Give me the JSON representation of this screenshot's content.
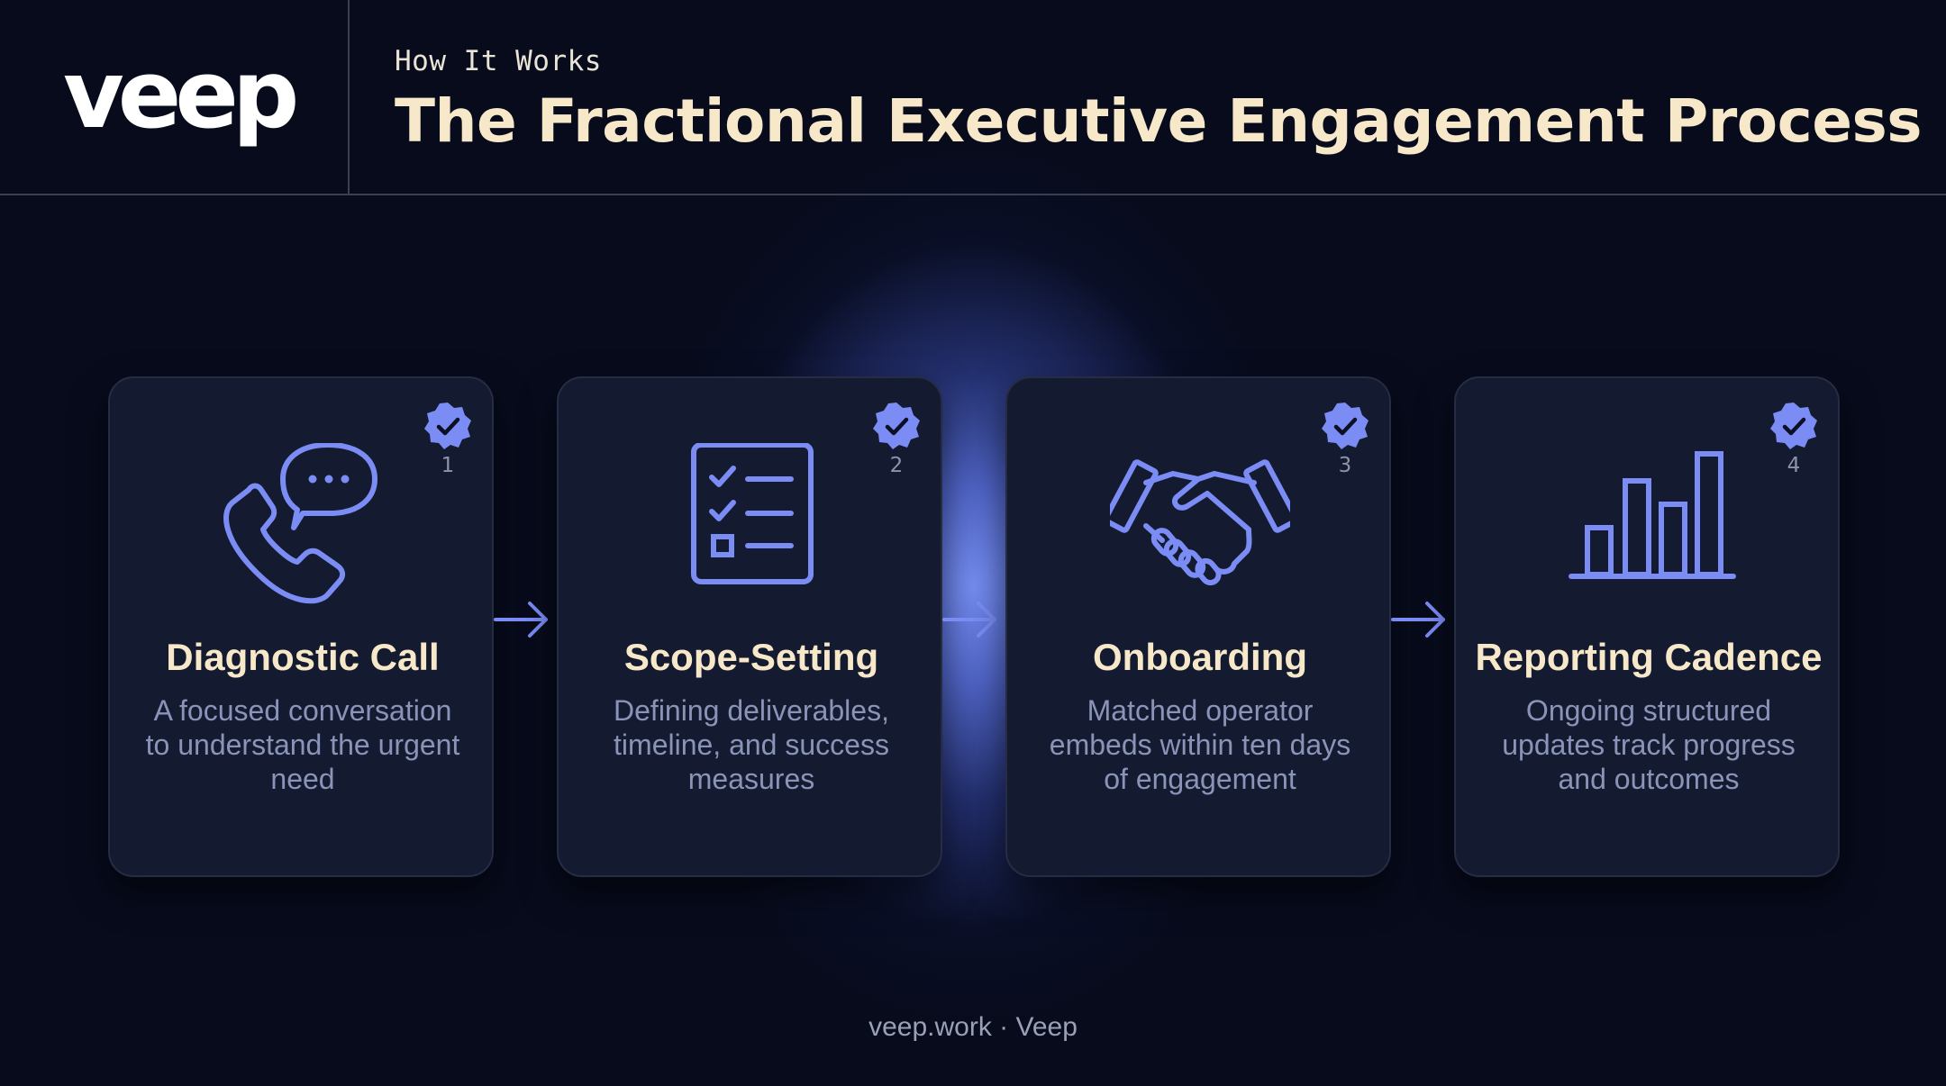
{
  "brand": {
    "logo_text": "veep"
  },
  "header": {
    "eyebrow": "How It Works",
    "title": "The Fractional Executive Engagement Process"
  },
  "colors": {
    "background": "#070b1c",
    "accent": "#7b8cf5",
    "title": "#f6e8c9",
    "card": "#141a2f",
    "description": "#8a94b8"
  },
  "steps": [
    {
      "number": "1",
      "icon": "phone-chat-icon",
      "title": "Diagnostic Call",
      "description": "A focused conversation to understand the urgent need"
    },
    {
      "number": "2",
      "icon": "checklist-icon",
      "title": "Scope-Setting",
      "description": "Defining deliverables, timeline, and success measures"
    },
    {
      "number": "3",
      "icon": "handshake-icon",
      "title": "Onboarding",
      "description": "Matched operator embeds within ten days of engagement"
    },
    {
      "number": "4",
      "icon": "bar-chart-icon",
      "title": "Reporting Cadence",
      "description": "Ongoing structured updates track progress and outcomes"
    }
  ],
  "footer": {
    "text": "veep.work · Veep"
  }
}
